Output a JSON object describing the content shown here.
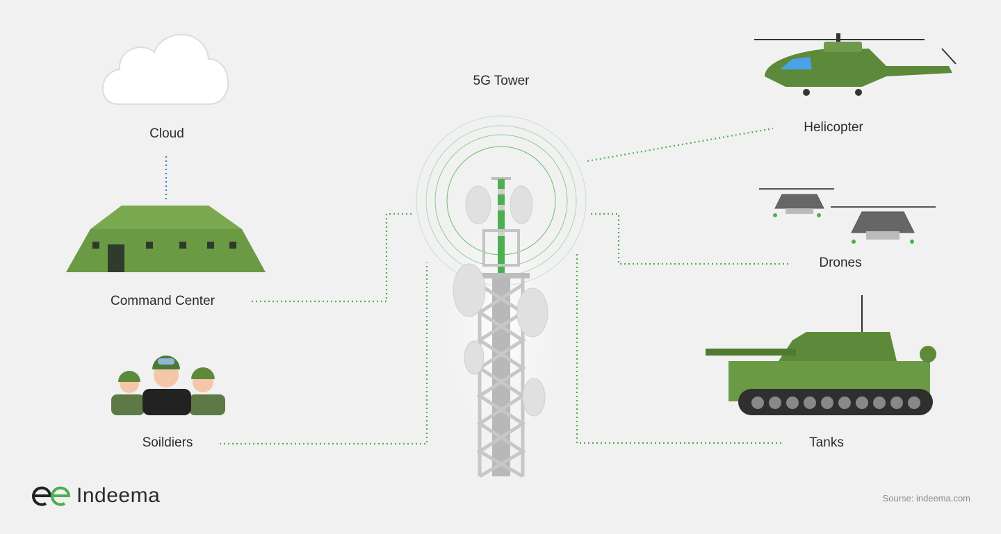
{
  "labels": {
    "tower": "5G Tower",
    "cloud": "Cloud",
    "command_center": "Command Center",
    "soldiers": "Soildiers",
    "helicopter": "Helicopter",
    "drones": "Drones",
    "tanks": "Tanks"
  },
  "footer": {
    "brand": "Indeema",
    "source": "Sourse: indeema.com"
  },
  "colors": {
    "link_green": "#4caf50",
    "link_blue": "#3a7bd5",
    "military_green": "#5d8a3a"
  }
}
